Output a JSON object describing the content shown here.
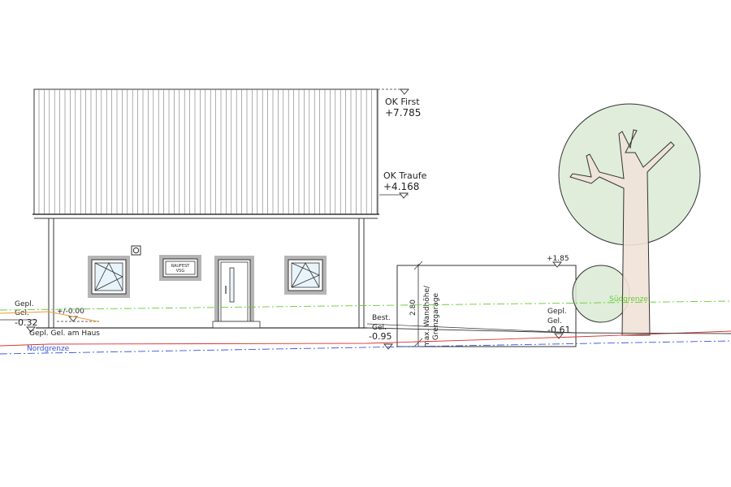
{
  "elevations": {
    "ok_first": {
      "label": "OK First",
      "value": "+7.785"
    },
    "ok_traufe": {
      "label": "OK Traufe",
      "value": "+4.168"
    },
    "zero": {
      "value": "+/-0.00"
    },
    "gepl_left": {
      "line1": "Gepl.",
      "line2": "Gel.",
      "value": "-0.32"
    },
    "gepl_haus": {
      "label": "Gepl. Gel. am Haus"
    },
    "best_gel": {
      "line1": "Best.",
      "line2": "Gel.",
      "value": "-0.95"
    },
    "garage_top": {
      "value": "+1.85"
    },
    "gepl_right": {
      "line1": "Gepl.",
      "line2": "Gel.",
      "value": "-0.61"
    }
  },
  "garage": {
    "height": "2.80",
    "label_line1": "max. Wandhöhe/",
    "label_line2": "Grenzgarage"
  },
  "lines": {
    "sued": "Südgrenze",
    "nord": "Nordgrenze"
  },
  "window_label": {
    "line1": "RAUFEST",
    "line2": "VSG"
  },
  "colors": {
    "line": "#333333",
    "roof_stroke": "#777777",
    "frame": "#b5b5b5",
    "glass": "#e8f4fb",
    "tree_fill": "#d9ead3",
    "trunk_fill": "#efe2d8",
    "south_line": "#66cc33",
    "north_line": "#3355dd",
    "red_line": "#dd3333",
    "orange_line": "#ee9933"
  }
}
